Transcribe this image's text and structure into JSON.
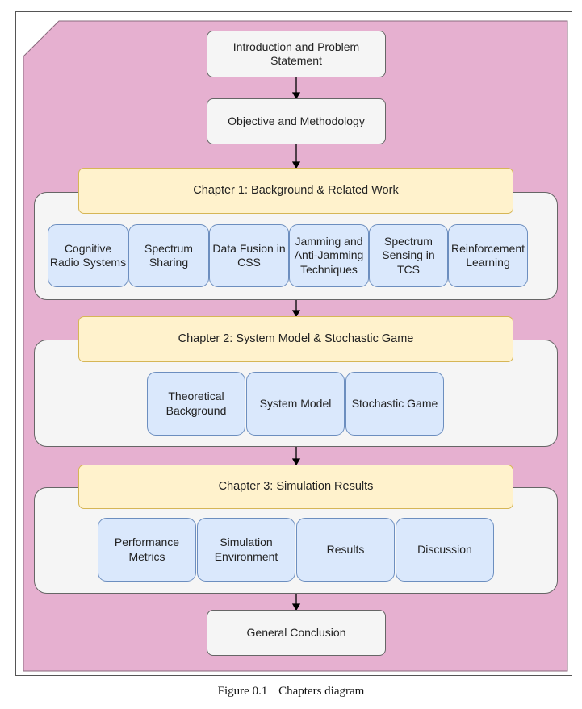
{
  "diagram": {
    "top_boxes": {
      "intro": "Introduction and Problem\nStatement",
      "objective": "Objective and Methodology"
    },
    "chapter1": {
      "title": "Chapter 1: Background & Related Work",
      "items": [
        "Cognitive\nRadio Systems",
        "Spectrum\nSharing",
        "Data Fusion in\nCSS",
        "Jamming and\nAnti-Jamming\nTechniques",
        "Spectrum\nSensing in\nTCS",
        "Reinforcement\nLearning"
      ]
    },
    "chapter2": {
      "title": "Chapter 2: System Model & Stochastic Game",
      "items": [
        "Theoretical\nBackground",
        "System Model",
        "Stochastic Game"
      ]
    },
    "chapter3": {
      "title": "Chapter 3: Simulation Results",
      "items": [
        "Performance\nMetrics",
        "Simulation\nEnvironment",
        "Results",
        "Discussion"
      ]
    },
    "conclusion": "General Conclusion"
  },
  "caption": {
    "label": "Figure 0.1",
    "text": "Chapters diagram"
  },
  "colors": {
    "background_shape": "#e6b0d0",
    "chapter_header": "#fff2cc",
    "item_box": "#dae8fc",
    "panel": "#f5f5f5"
  }
}
